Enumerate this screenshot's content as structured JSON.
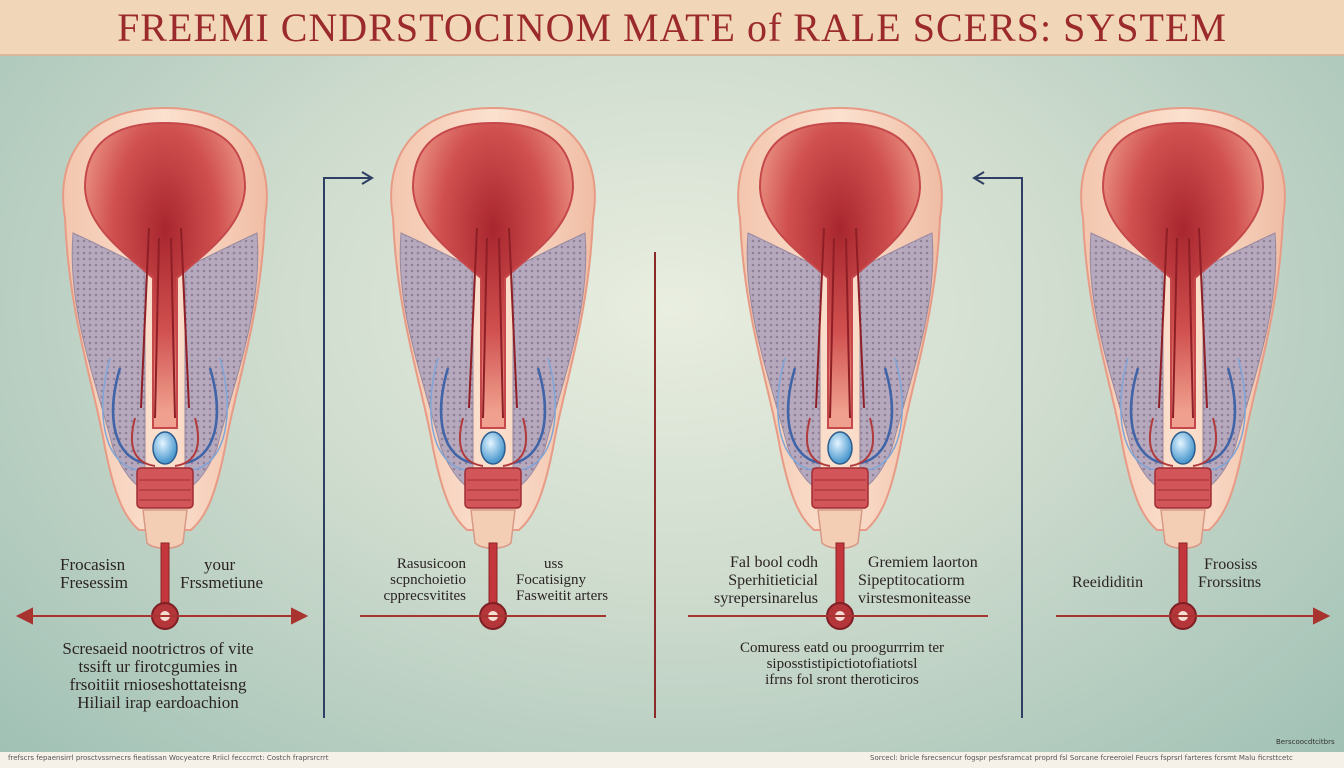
{
  "title": "FREEMI CNDRSTOCINOM MATE of RALE SCERS: SYSTEM",
  "colors": {
    "title_bar": "#f2d6b8",
    "title_text": "#9b2a2c",
    "background": "#cddbcd",
    "tissue_red": "#c74448",
    "arrow_red": "#a8332f",
    "blue_accent": "#86c7e6"
  },
  "panels": [
    {
      "left_label": [
        "Frocasisn",
        "Fresessim"
      ],
      "right_label": [
        "your",
        "Frssmetiune"
      ],
      "caption": [
        "Scresaeid nootrictros of vite",
        "tssift ur firotcgumies in",
        "frsoitiit rnioseshottateisng",
        "Hiliail irap eardoachion"
      ]
    },
    {
      "left_label": [
        "Rasusicoon",
        "scpnchoietio",
        "cpprecsvitites"
      ],
      "right_label": [
        "uss",
        "Focatisigny",
        "Fasweitit arters"
      ]
    },
    {
      "left_label": [
        "Fal bool codh",
        "Sperhitieticial",
        "syrepersinarelus"
      ],
      "right_label": [
        "Gremiem laorton",
        "Sipeptitocatiorm",
        "virstesmoniteasse"
      ],
      "caption": [
        "Comuress eatd ou proogurrrim ter",
        "siposstistipictiotofiatiotsl",
        "ifrns fol sront theroticiros"
      ]
    },
    {
      "left_label": [
        "Reeididitin"
      ],
      "right_label": [
        "Froosiss",
        "Frorssitns"
      ]
    }
  ],
  "footer": {
    "left": "frefscrs fepaensirrl prosctvssrnecrs fieatissan Wocyeatcre Rriicl fecccrrct: Costch fraprsrcrrt",
    "right": "Sorcecl: bricle fsrecsencur fogspr pesfsramcat proprd fsl Sorcane fcreeroiel Feucrs fsprsrl farteres fcrsmt Malu ficrsttcetc",
    "corner": "Berscoocdtcitbrs"
  }
}
